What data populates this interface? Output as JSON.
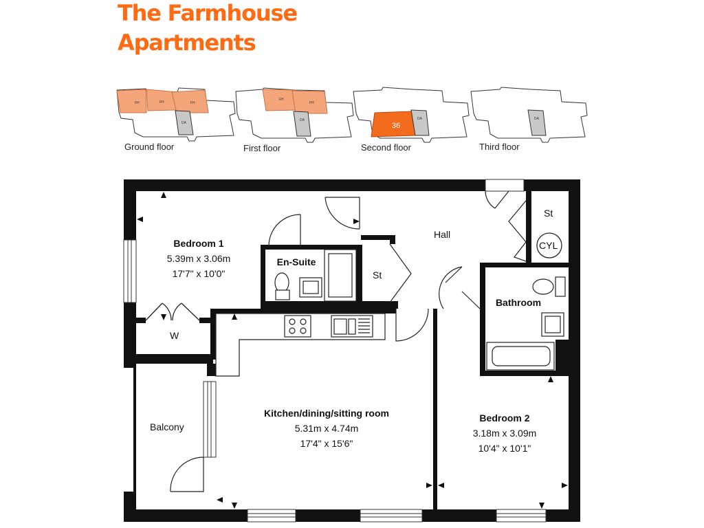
{
  "header": {
    "title_line1": "The Farmhouse",
    "title_line2": "Apartments"
  },
  "key_plans": [
    {
      "label": "Ground floor",
      "unit_labels": [
        "FH",
        "FH",
        "FH",
        "DA"
      ]
    },
    {
      "label": "First floor",
      "unit_labels": [
        "FH",
        "FH",
        "DA"
      ]
    },
    {
      "label": "Second floor",
      "unit_labels": [
        "36",
        "DA"
      ],
      "highlight_unit": "36"
    },
    {
      "label": "Third floor",
      "unit_labels": [
        "DA"
      ]
    }
  ],
  "colors": {
    "brand": "#ff6a13",
    "highlight": "#f36b1c",
    "key_shade": "#f5a57a",
    "wall": "#111111",
    "core": "#c8c8c8"
  },
  "rooms": {
    "bedroom1": {
      "name": "Bedroom 1",
      "metric": "5.39m x 3.06m",
      "imperial": "17'7\" x 10'0\""
    },
    "ensuite": {
      "name": "En-Suite"
    },
    "hall": {
      "name": "Hall"
    },
    "store_hall": {
      "name": "St"
    },
    "store_right": {
      "name": "St"
    },
    "cylinder": {
      "name": "CYL"
    },
    "bathroom": {
      "name": "Bathroom"
    },
    "wardrobe": {
      "name": "W"
    },
    "balcony": {
      "name": "Balcony"
    },
    "kitchen": {
      "name": "Kitchen/dining/sitting room",
      "metric": "5.31m x 4.74m",
      "imperial": "17'4\" x 15'6\""
    },
    "bedroom2": {
      "name": "Bedroom 2",
      "metric": "3.18m x 3.09m",
      "imperial": "10'4\" x 10'1\""
    }
  }
}
